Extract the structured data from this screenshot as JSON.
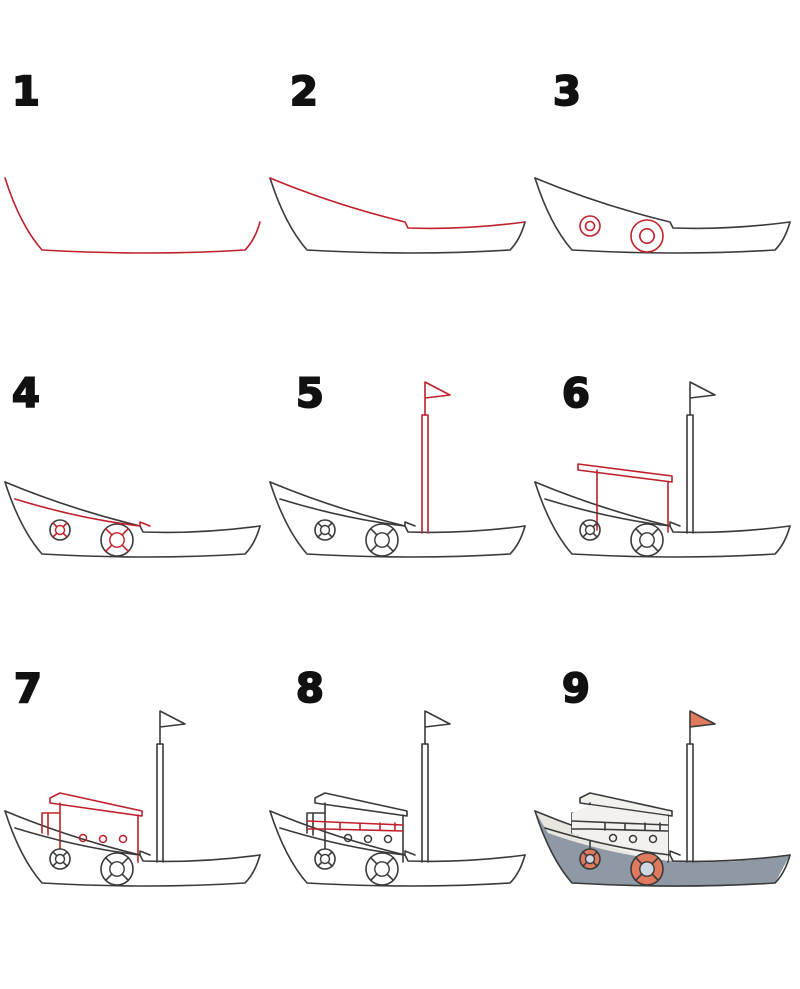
{
  "title": "How to draw a boat step by step",
  "steps": [
    {
      "number": "1"
    },
    {
      "number": "2"
    },
    {
      "number": "3"
    },
    {
      "number": "4"
    },
    {
      "number": "5"
    },
    {
      "number": "6"
    },
    {
      "number": "7"
    },
    {
      "number": "8"
    },
    {
      "number": "9"
    }
  ],
  "colors": {
    "outline": "#3a3a3a",
    "new_stroke": "#c0202a",
    "hull_fill": "#8f99a6",
    "deck_fill": "#e9e6e2",
    "cabin_fill": "#f3f1ee",
    "buoy_fill": "#e07a5f",
    "flag_fill": "#e07a5f",
    "mast_fill": "#a9b0ba"
  }
}
